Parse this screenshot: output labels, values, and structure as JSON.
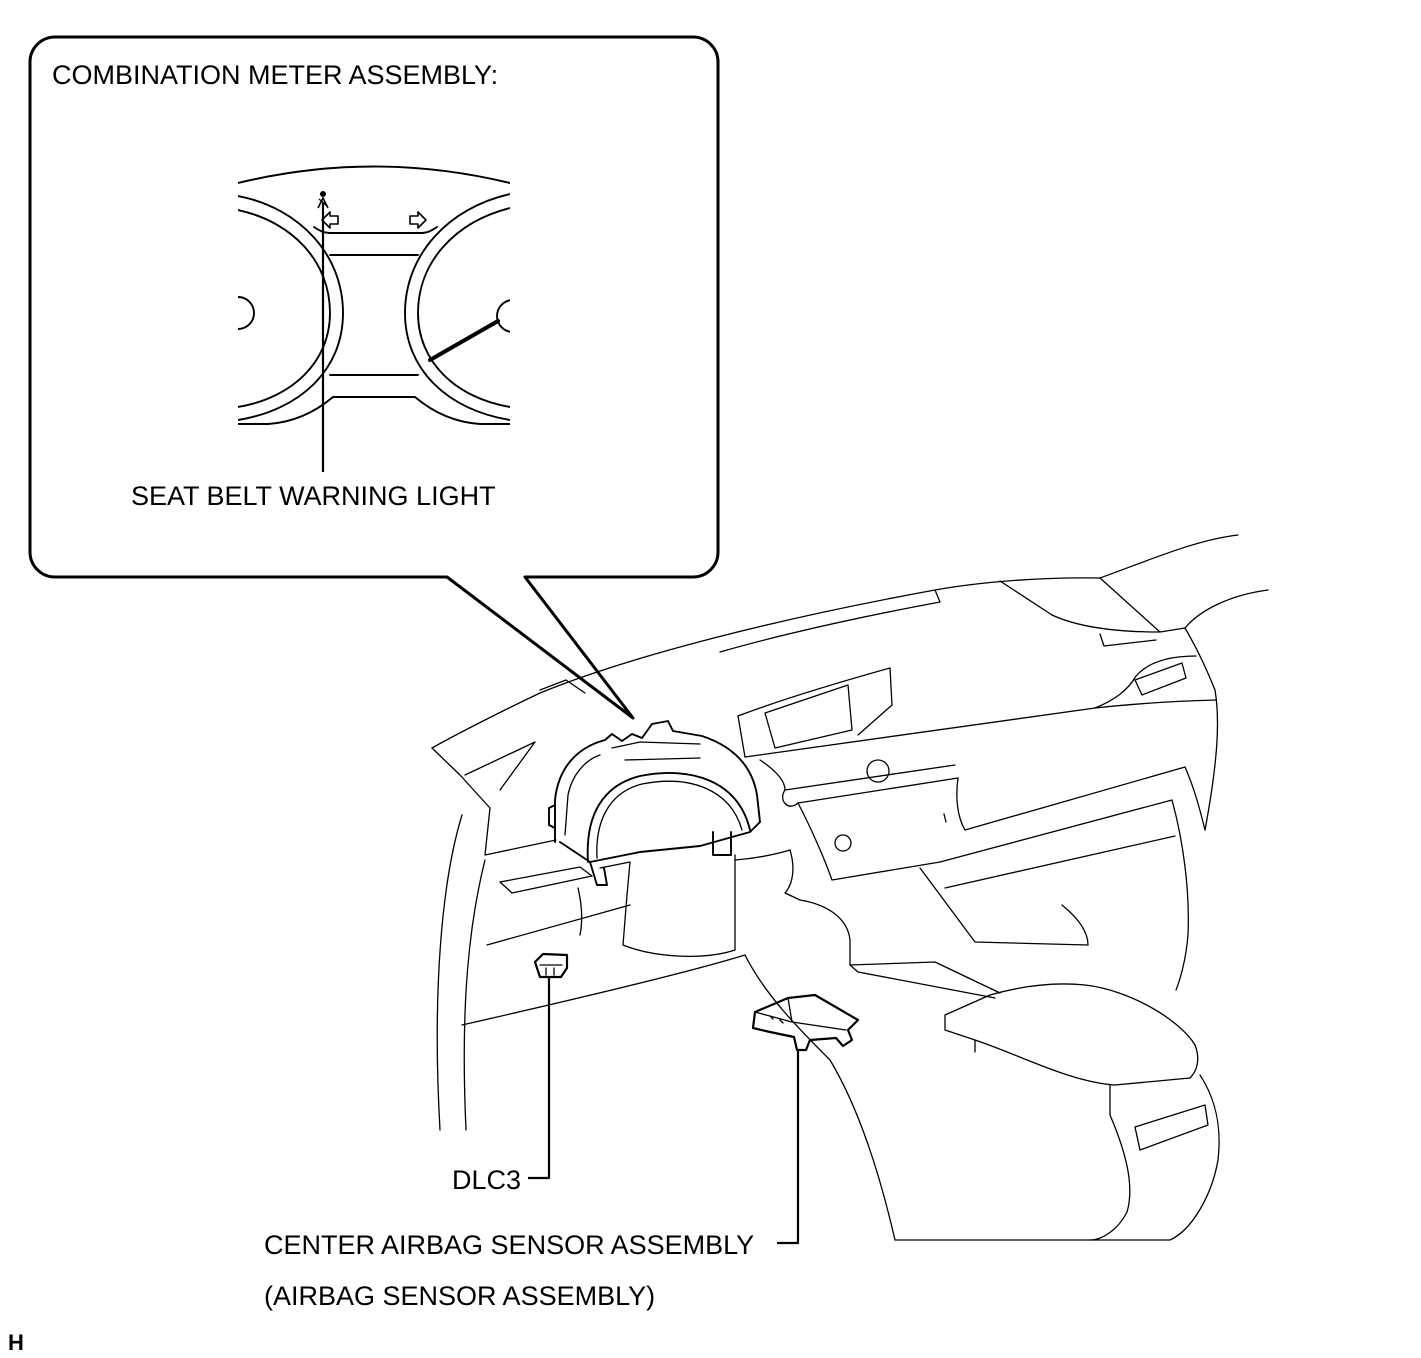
{
  "callout": {
    "title": "COMBINATION METER ASSEMBLY:",
    "pointer_label": "SEAT BELT WARNING LIGHT"
  },
  "labels": {
    "dlc3": "DLC3",
    "airbag_sensor": "CENTER AIRBAG SENSOR ASSEMBLY",
    "airbag_sensor_alt": "(AIRBAG SENSOR ASSEMBLY)"
  },
  "figure_marker": "H",
  "icons": {
    "seat_belt": "seat-belt-warning-icon",
    "turn_left": "turn-signal-left-icon",
    "turn_right": "turn-signal-right-icon"
  },
  "colors": {
    "line": "#000000",
    "background": "#ffffff"
  }
}
